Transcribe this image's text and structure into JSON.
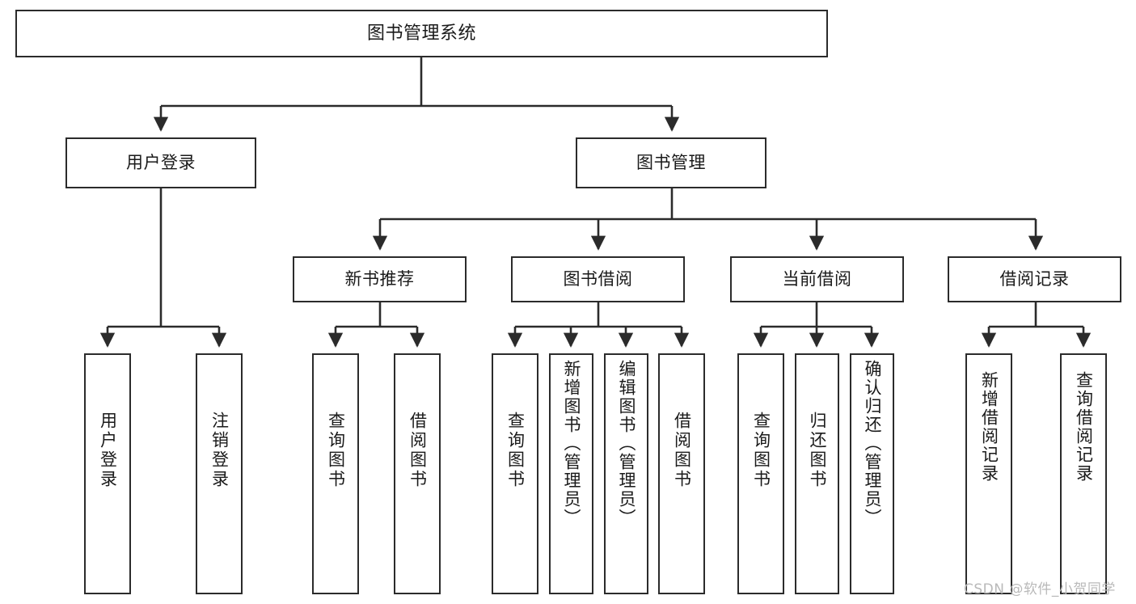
{
  "diagram": {
    "title": "图书管理系统",
    "type": "tree-hierarchy-chart",
    "orientation": "top-down",
    "colors": {
      "box_border": "#2b2b2b",
      "box_fill": "#ffffff",
      "edge": "#2b2b2b",
      "text": "#1a1a1a",
      "watermark": "#b9b9b9",
      "background": "#ffffff"
    },
    "nodes": {
      "root": {
        "id": "root",
        "label": "图书管理系统"
      },
      "level2": [
        {
          "id": "user-login",
          "label": "用户登录"
        },
        {
          "id": "book-manage",
          "label": "图书管理"
        }
      ],
      "level3": [
        {
          "id": "new-book-recommend",
          "label": "新书推荐"
        },
        {
          "id": "book-borrow",
          "label": "图书借阅"
        },
        {
          "id": "current-borrow",
          "label": "当前借阅"
        },
        {
          "id": "borrow-record",
          "label": "借阅记录"
        }
      ],
      "leaves": {
        "user_login": [
          {
            "id": "leaf-user-login",
            "label": "用户登录"
          },
          {
            "id": "leaf-logout-login",
            "label": "注销登录"
          }
        ],
        "new_book_recommend": [
          {
            "id": "leaf-query-book-1",
            "label": "查询图书"
          },
          {
            "id": "leaf-borrow-book-1",
            "label": "借阅图书"
          }
        ],
        "book_borrow": [
          {
            "id": "leaf-query-book-2",
            "label": "查询图书"
          },
          {
            "id": "leaf-add-book-admin",
            "label": "新增图书（管理员）"
          },
          {
            "id": "leaf-edit-book-admin",
            "label": "编辑图书（管理员）"
          },
          {
            "id": "leaf-borrow-book-2",
            "label": "借阅图书"
          }
        ],
        "current_borrow": [
          {
            "id": "leaf-query-book-3",
            "label": "查询图书"
          },
          {
            "id": "leaf-return-book",
            "label": "归还图书"
          },
          {
            "id": "leaf-confirm-return-admin",
            "label": "确认归还（管理员）"
          }
        ],
        "borrow_record": [
          {
            "id": "leaf-add-borrow-record",
            "label": "新增借阅记录"
          },
          {
            "id": "leaf-query-borrow-record",
            "label": "查询借阅记录"
          }
        ]
      }
    }
  },
  "watermark": {
    "text": "CSDN @软件_小贺同学"
  }
}
